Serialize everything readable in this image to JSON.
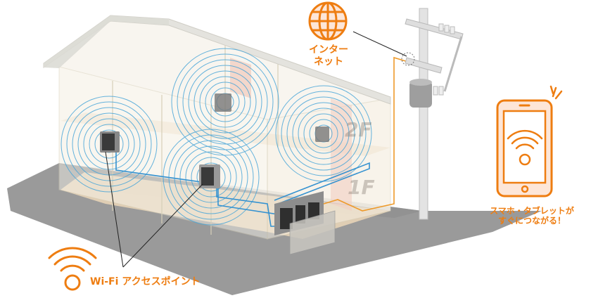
{
  "labels": {
    "internet": "インター\nネット",
    "internet_line1": "インター",
    "internet_line2": "ネット",
    "phone_line1": "スマホ・タブレットが",
    "phone_line2": "すぐにつながる！",
    "access_point": "Wi-Fi アクセスポイント",
    "floor_2": "2F",
    "floor_1": "1F"
  },
  "icons": {
    "globe": "globe-icon",
    "smartphone": "smartphone-icon",
    "wifi": "wifi-icon",
    "utility_pole": "utility-pole-icon",
    "access_point_device": "access-point-device-icon"
  },
  "colors": {
    "accent_orange": "#ee7d11",
    "orange_fill": "#fde6d8",
    "wifi_wave_blue": "#4aa6d8",
    "cable_blue": "#3592d0",
    "ground_shadow": "#9a9a9a",
    "house_wall": "#f2efe6",
    "floor_tan": "#ecd7b8",
    "roof": "#e4e3de",
    "device_dark": "#3a3a3a"
  }
}
